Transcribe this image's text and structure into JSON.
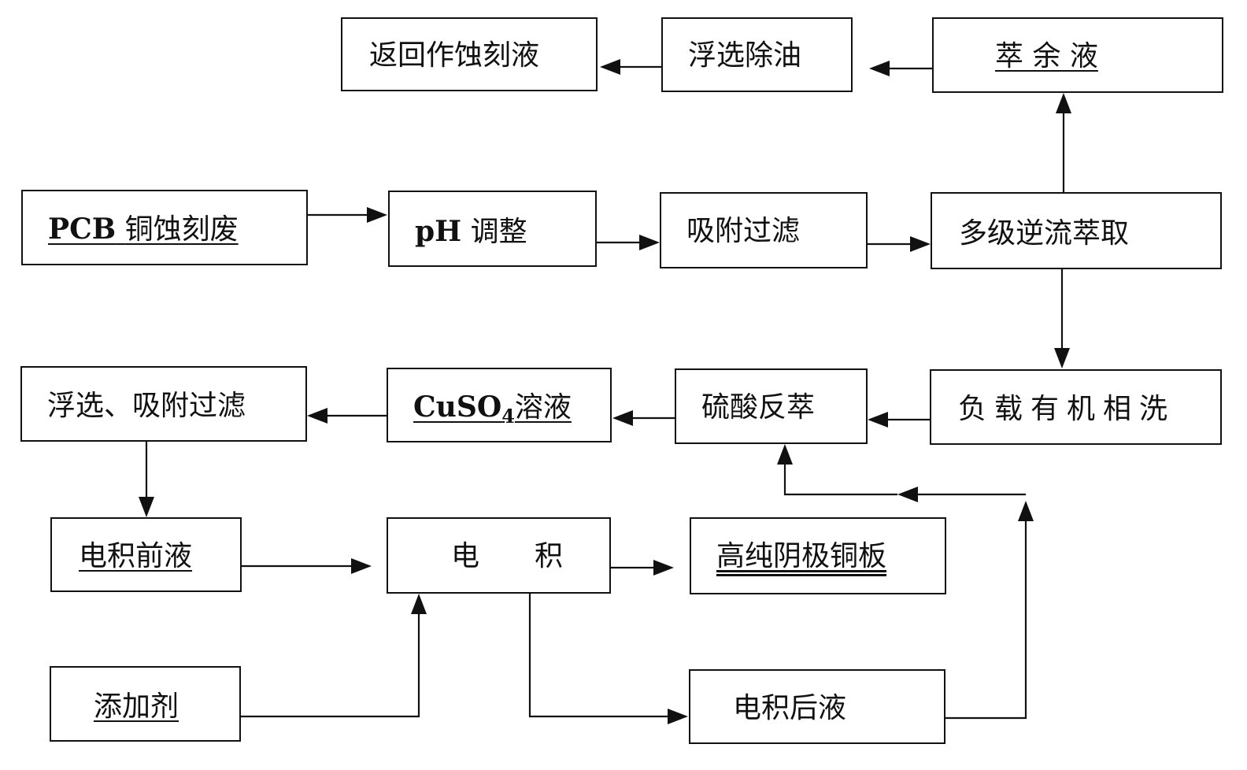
{
  "diagram": {
    "nodes": {
      "return_etchant": "返回作蚀刻液",
      "flotation_deoil": "浮选除油",
      "raffinate": "萃 余 液",
      "pcb_prefix": "PCB",
      "pcb_rest": "铜蚀刻废",
      "ph_prefix": "pH",
      "ph_rest": "调整",
      "adsorb_filter": "吸附过滤",
      "multistage_extraction": "多级逆流萃取",
      "flotation_adsorb_filter": "浮选、吸附过滤",
      "cuso4_prefix": "CuSO",
      "cuso4_sub": "4",
      "cuso4_rest": "溶液",
      "stripping": "硫酸反萃",
      "loaded_organic_wash": "负载有机相洗",
      "pre_electro_solution": "电积前液",
      "electrowinning_a": "电",
      "electrowinning_b": "积",
      "cathode_copper": "高纯阴极铜板",
      "additive": "添加剂",
      "post_electro_solution": "电积后液"
    }
  }
}
